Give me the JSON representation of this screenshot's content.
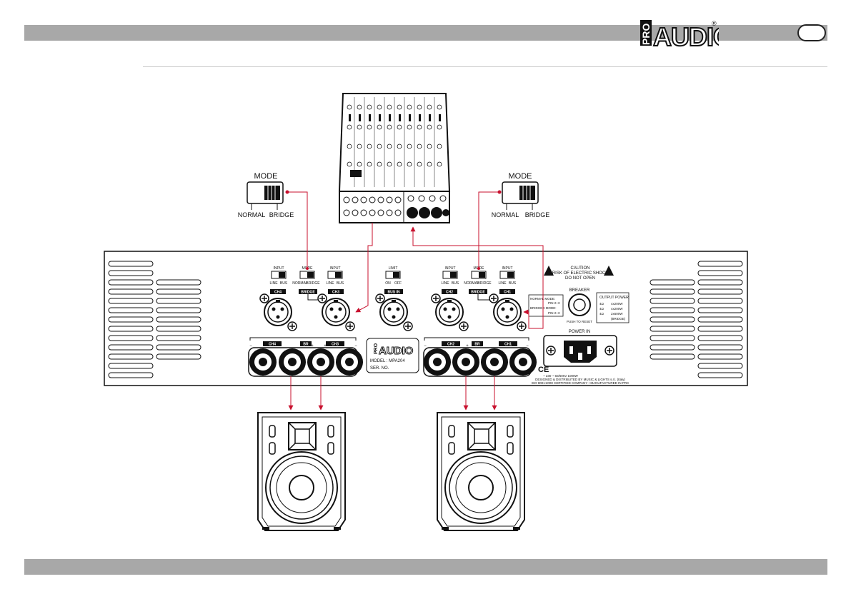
{
  "header": {
    "brand_pro": "PRO",
    "brand_audio": "AUDIO",
    "registered": "®",
    "page_badge": ""
  },
  "mode_switch": {
    "title": "MODE",
    "left_label": "NORMAL",
    "right_label": "BRIDGE"
  },
  "amplifier": {
    "input_label": "INPUT",
    "mode_label": "MODE",
    "limit_label": "LIMIT",
    "line": "LINE",
    "bus": "BUS",
    "normal": "NORMAL",
    "bridge": "BRIDGE",
    "on": "ON",
    "off": "OFF",
    "ch4": "CH4",
    "ch3": "CH3",
    "ch2": "CH2",
    "ch1": "CH1",
    "bridge_tag": "BRIDGE",
    "bus_in": "BUS IN",
    "ch4_out": "CH4",
    "br_out": "BR",
    "ch3_out": "CH3",
    "ch2_out": "CH2",
    "ch1_out": "CH1",
    "model": "MODEL : MPA204",
    "serial": "SER. NO.",
    "caution": "CAUTION",
    "shock": "RISK OF ELECTRIC SHOCK",
    "do_not_open": "DO NOT OPEN",
    "breaker": "BREAKER",
    "push_reset": "PUSH TO RESET",
    "normal_mode": "NORMAL MODE:",
    "pins_normal": "PIN 2+3",
    "bridged_mode": "BRIDGED MODE:",
    "pins_bridged": "PIN 2+3",
    "output_power": "OUTPUT POWER",
    "power_4": "4x200W",
    "power_8": "4x200W",
    "power_bridge": "2x600W",
    "bridge_paren": "(BRIDGE)",
    "ohm_4": "4Ω",
    "ohm_8": "4Ω",
    "ohm_b": "4Ω",
    "power_in": "POWER IN",
    "ce": "CE",
    "voltage": "~ 230 ~ 50/60Hz 1000W",
    "designed": "DESIGNED & DISTRIBUTED BY MUSIC & LIGHTS s.r.l. (Italy)",
    "iso": "ISO 9001:2000 CERTIFIED COMPANY • MANUFACTURED IN PRC"
  },
  "colors": {
    "bars": "#a8a8a8",
    "signal": "#c8102e",
    "ink": "#111111"
  }
}
